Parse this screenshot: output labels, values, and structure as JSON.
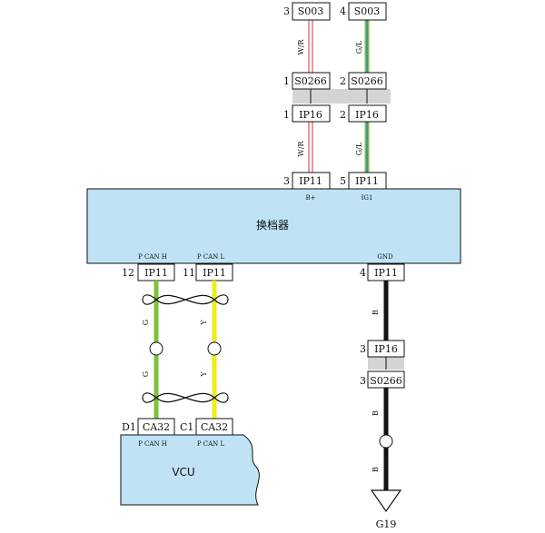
{
  "modules": {
    "shifter": "换档器",
    "vcu": "VCU"
  },
  "pins": {
    "b_plus": "B+",
    "ig1": "IG1",
    "p_can_h_top": "P CAN H",
    "p_can_l_top": "P CAN L",
    "gnd": "GND",
    "p_can_h_bottom": "P CAN H",
    "p_can_l_bottom": "P CAN L"
  },
  "connectors": {
    "s003_a": {
      "num": "3",
      "name": "S003"
    },
    "s003_b": {
      "num": "4",
      "name": "S003"
    },
    "s0266_a": {
      "num": "1",
      "name": "S0266"
    },
    "s0266_b": {
      "num": "2",
      "name": "S0266"
    },
    "ip16_a": {
      "num": "1",
      "name": "IP16"
    },
    "ip16_b": {
      "num": "2",
      "name": "IP16"
    },
    "ip11_a": {
      "num": "3",
      "name": "IP11"
    },
    "ip11_b": {
      "num": "5",
      "name": "IP11"
    },
    "ip11_c": {
      "num": "12",
      "name": "IP11"
    },
    "ip11_d": {
      "num": "11",
      "name": "IP11"
    },
    "ip11_e": {
      "num": "4",
      "name": "IP11"
    },
    "ip16_c": {
      "num": "3",
      "name": "IP16"
    },
    "s0266_c": {
      "num": "3",
      "name": "S0266"
    },
    "ca32_a": {
      "num": "D1",
      "name": "CA32"
    },
    "ca32_b": {
      "num": "C1",
      "name": "CA32"
    }
  },
  "wires": {
    "wr_1": "W/R",
    "wr_2": "W/R",
    "gl_1": "G/L",
    "gl_2": "G/L",
    "g_1": "G",
    "g_2": "G",
    "y_1": "Y",
    "y_2": "Y",
    "b_1": "B",
    "b_2": "B",
    "b_3": "B"
  },
  "ground": "G19",
  "colors": {
    "module_fill": "#bfe3f5",
    "wire_red": "#d9303a",
    "wire_green": "#7cc23b",
    "wire_blue": "#2e6fd6",
    "wire_yellow": "#f2ec1a",
    "wire_black": "#111111",
    "splice_band": "#d4d4d4"
  }
}
